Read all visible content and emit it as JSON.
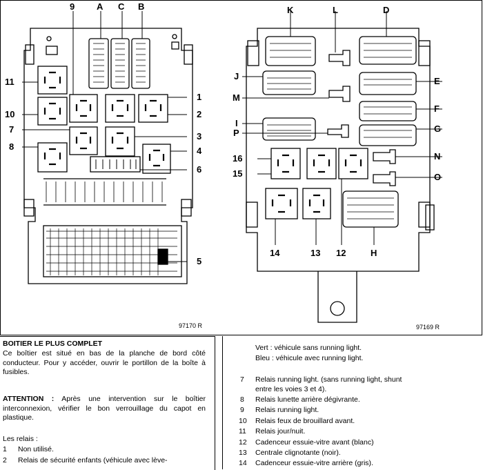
{
  "diagram_left": {
    "labels_top": [
      "9",
      "A",
      "C",
      "B"
    ],
    "labels_left": [
      "11",
      "10",
      "7",
      "8"
    ],
    "labels_right": [
      "1",
      "2",
      "3",
      "4",
      "6",
      "5"
    ],
    "ref": "97170 R"
  },
  "diagram_right": {
    "labels_top": [
      "K",
      "L",
      "D"
    ],
    "labels_left": [
      "J",
      "M",
      "I",
      "P",
      "16",
      "15"
    ],
    "labels_right": [
      "E",
      "F",
      "G",
      "N",
      "O"
    ],
    "labels_bottom": [
      "14",
      "13",
      "12",
      "H"
    ],
    "ref": "97169 R"
  },
  "left_column": {
    "heading": "BOITIER LE PLUS COMPLET",
    "intro": "Ce boîtier est situé en bas de la planche de bord côté conducteur. Pour y accéder, ouvrir le portillon de la boîte à fusibles.",
    "attention_label": "ATTENTION :",
    "attention_text": "Après une intervention sur le boîtier interconnexion, vérifier le bon verrouillage du capot en plastique.",
    "relays_heading": "Les relais :",
    "items": [
      {
        "num": "1",
        "text": "Non utilisé."
      },
      {
        "num": "2",
        "text": "Relais de sécurité enfants (véhicule avec lève-"
      }
    ]
  },
  "right_column": {
    "color_notes": [
      {
        "label": "Vert :",
        "text": "véhicule sans running light."
      },
      {
        "label": "Bleu :",
        "text": "véhicule avec running light."
      }
    ],
    "items": [
      {
        "num": "7",
        "text": "Relais running light. (sans running light, shunt",
        "cont": "entre les voies 3 et 4)."
      },
      {
        "num": "8",
        "text": "Relais lunette arrière dégivrante."
      },
      {
        "num": "9",
        "text": "Relais running light."
      },
      {
        "num": "10",
        "text": "Relais feux de brouillard avant."
      },
      {
        "num": "11",
        "text": "Relais jour/nuit."
      },
      {
        "num": "12",
        "text": "Cadenceur essuie-vitre avant (blanc)"
      },
      {
        "num": "13",
        "text": "Centrale clignotante (noir)."
      },
      {
        "num": "14",
        "text": "Cadenceur essuie-vitre arrière (gris)."
      }
    ]
  }
}
